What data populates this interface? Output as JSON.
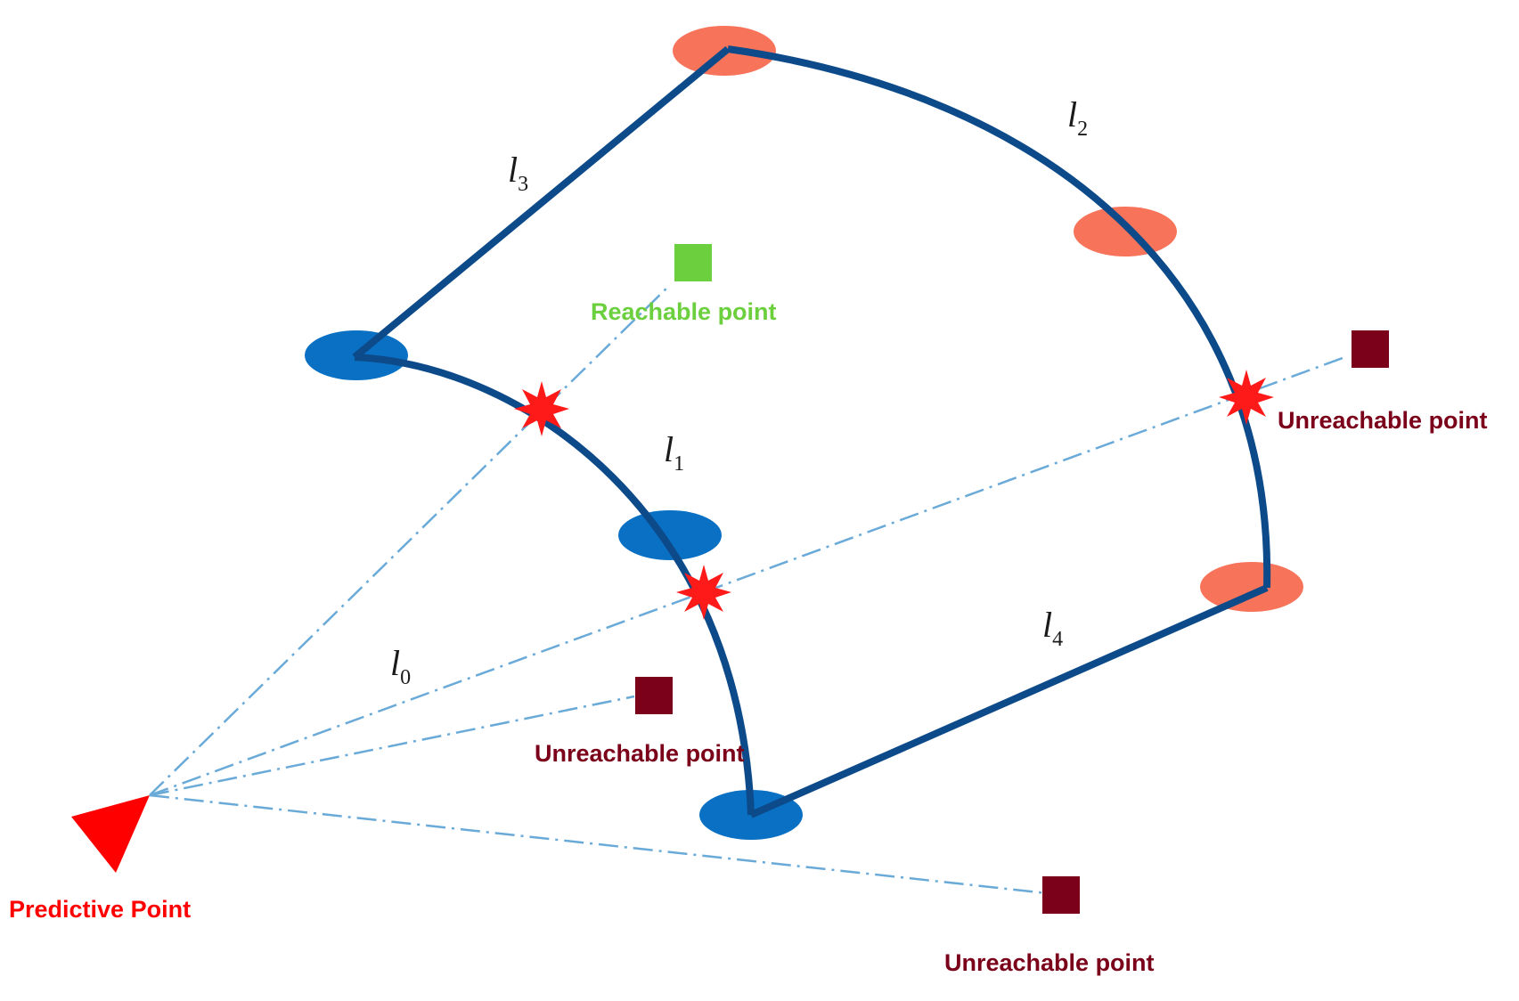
{
  "colors": {
    "boundary": "#0c4a8a",
    "ray": "#6aaad8",
    "inner_vertex": "#0a70c4",
    "outer_vertex": "#f7735a",
    "intersection_star": "#ff1a1a",
    "predictive_point": "#ff0000",
    "reachable": "#6ccf3d",
    "unreachable": "#7b0019",
    "edge_label": "#1a1a1a"
  },
  "predictive_point": {
    "label": "Predictive Point",
    "icon": "red-triangle-icon"
  },
  "reachable_point": {
    "label": "Reachable point",
    "icon": "green-square-icon"
  },
  "unreachable_points": [
    {
      "label": "Unreachable point",
      "icon": "dark-red-square-icon"
    },
    {
      "label": "Unreachable point",
      "icon": "dark-red-square-icon"
    },
    {
      "label": "Unreachable point",
      "icon": "dark-red-square-icon"
    }
  ],
  "edge_labels": [
    {
      "base": "l",
      "sub": "0"
    },
    {
      "base": "l",
      "sub": "1"
    },
    {
      "base": "l",
      "sub": "2"
    },
    {
      "base": "l",
      "sub": "3"
    },
    {
      "base": "l",
      "sub": "4"
    }
  ],
  "intersection_marker_icon": "star-icon"
}
